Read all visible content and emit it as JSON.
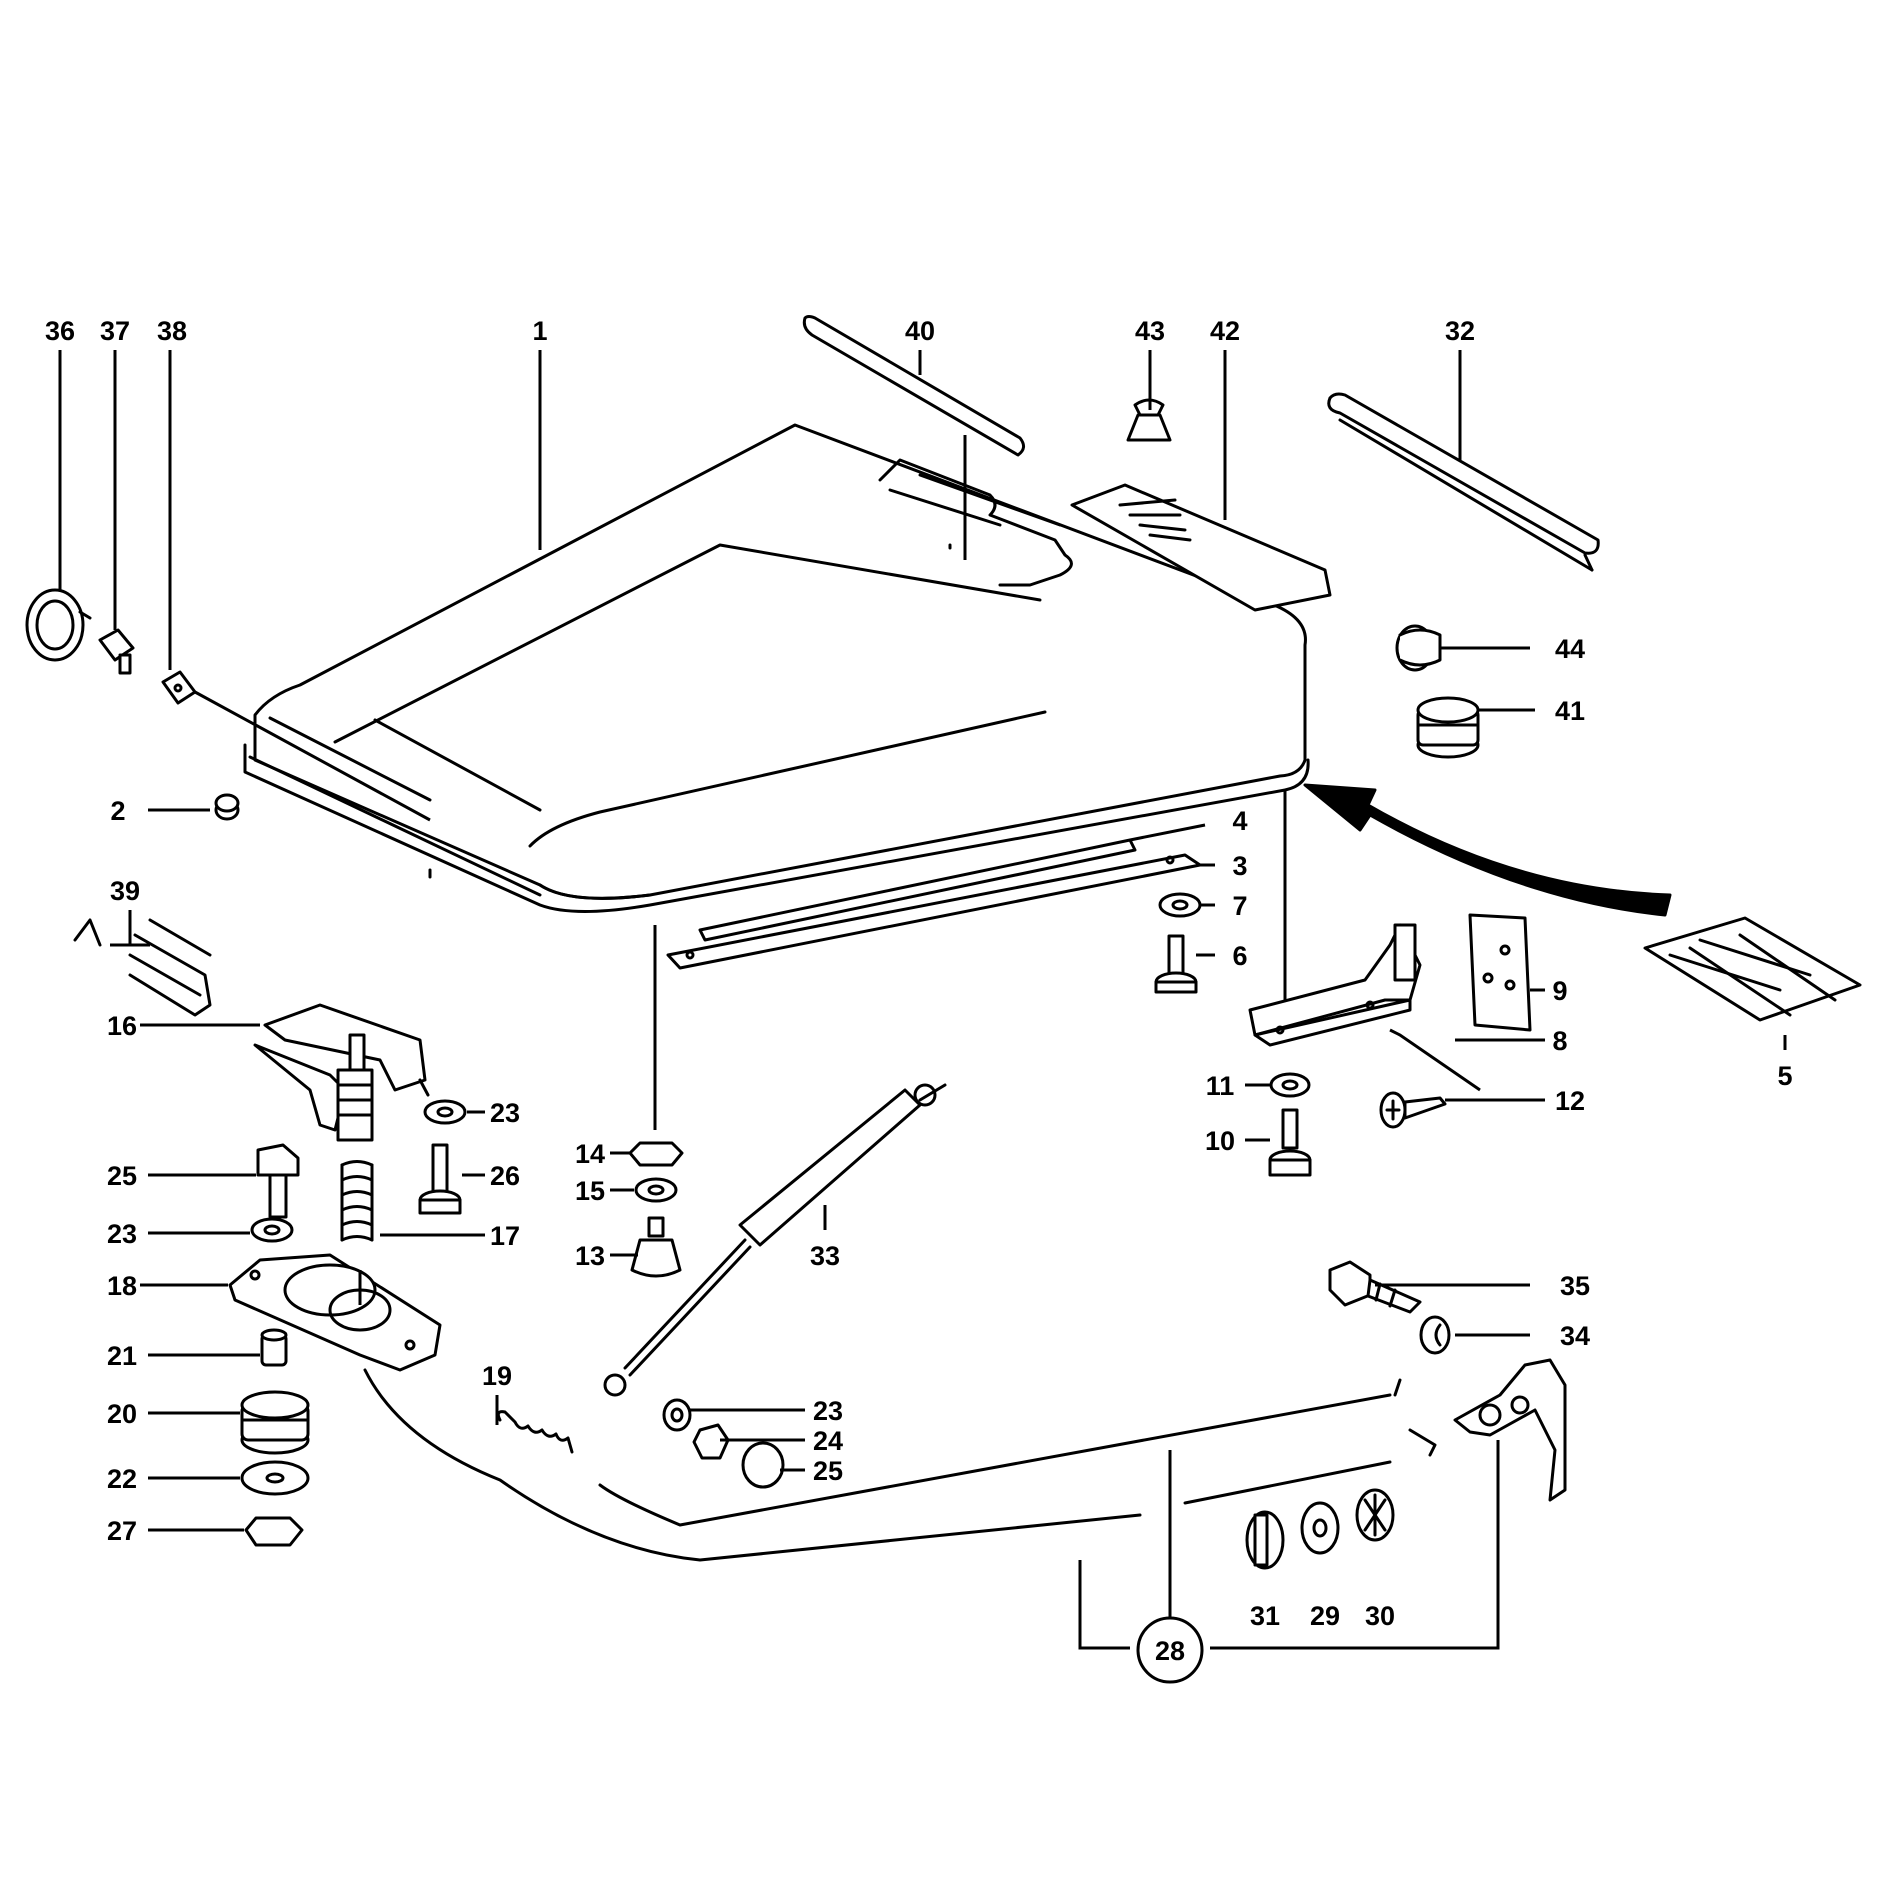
{
  "callouts": {
    "c1": "1",
    "c2": "2",
    "c3": "3",
    "c4": "4",
    "c5": "5",
    "c6": "6",
    "c7": "7",
    "c8": "8",
    "c9": "9",
    "c10": "10",
    "c11": "11",
    "c12": "12",
    "c13": "13",
    "c14": "14",
    "c15": "15",
    "c16": "16",
    "c17": "17",
    "c18": "18",
    "c19": "19",
    "c20": "20",
    "c21": "21",
    "c22": "22",
    "c23a": "23",
    "c23b": "23",
    "c23c": "23",
    "c24": "24",
    "c25a": "25",
    "c25b": "25",
    "c26": "26",
    "c27": "27",
    "c28": "28",
    "c29": "29",
    "c30": "30",
    "c31": "31",
    "c32": "32",
    "c33": "33",
    "c34": "34",
    "c35": "35",
    "c36": "36",
    "c37": "37",
    "c38": "38",
    "c39": "39",
    "c40": "40",
    "c41": "41",
    "c42": "42",
    "c43": "43",
    "c44": "44"
  }
}
